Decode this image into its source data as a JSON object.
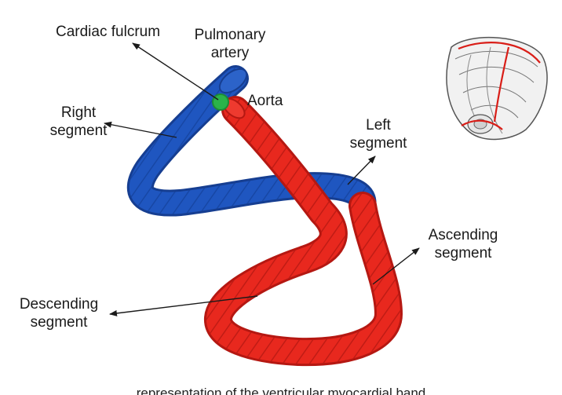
{
  "labels": {
    "cardiac_fulcrum": "Cardiac fulcrum",
    "pulmonary_artery_line1": "Pulmonary",
    "pulmonary_artery_line2": "artery",
    "aorta": "Aorta",
    "right_segment_line1": "Right",
    "right_segment_line2": "segment",
    "left_segment_line1": "Left",
    "left_segment_line2": "segment",
    "ascending_segment_line1": "Ascending",
    "ascending_segment_line2": "segment",
    "descending_segment_line1": "Descending",
    "descending_segment_line2": "segment"
  },
  "colors": {
    "blue_band": "#1f56c0",
    "blue_shadow": "#163e91",
    "red_band": "#e8281e",
    "red_shadow": "#b51812",
    "fulcrum": "#2bb34a",
    "arrow": "#1a1a1a"
  },
  "caption": "representation of the ventricular myocardial band"
}
